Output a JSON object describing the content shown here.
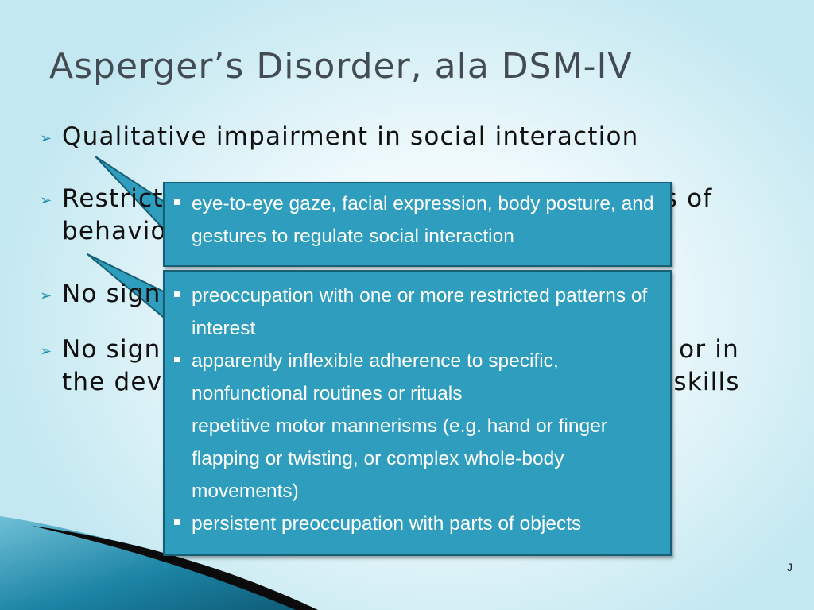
{
  "slide": {
    "title": "Asperger’s Disorder, ala DSM-IV",
    "bullets": [
      "Qualitative impairment in social interaction",
      "Restricted repetitive and stereotyped patterns of behavior",
      "No significant delay in language",
      "No significant delay in cognitive development or in the development of age-appropriate self-help skills"
    ],
    "callout_social": {
      "items": [
        "eye-to-eye gaze, facial expression, body posture, and gestures to regulate social interaction"
      ]
    },
    "callout_behavior": {
      "items": [
        "preoccupation with one or more restricted patterns of interest",
        "apparently inflexible adherence to specific, nonfunctional routines or rituals",
        "repetitive motor mannerisms (e.g. hand or finger flapping or twisting, or complex whole-body movements)",
        "persistent preoccupation with parts of objects"
      ]
    },
    "footer_mark": "J"
  },
  "colors": {
    "callout_fill": "#2f9dbd",
    "callout_border": "#175f74",
    "bullet_arrow": "#1c8bb0",
    "title_text": "#444c53",
    "background_light": "#eef9fc",
    "background_edge": "#c4e8f1"
  },
  "icons": {
    "bullet": "arrowhead-bullet-icon",
    "sub_bullet": "square-bullet-icon"
  }
}
